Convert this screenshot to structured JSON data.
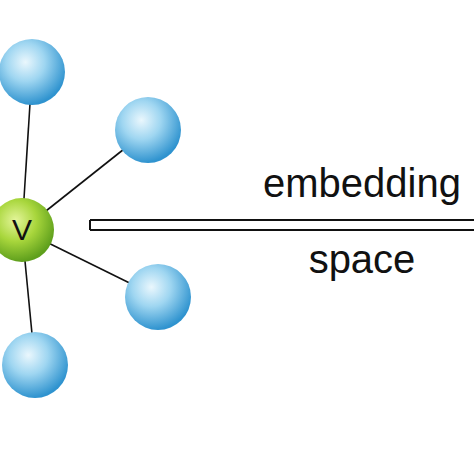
{
  "diagram": {
    "nodes": [
      {
        "text": [
          "V"
        ]
      }
    ],
    "labels": [
      "embedding",
      "space"
    ]
  }
}
